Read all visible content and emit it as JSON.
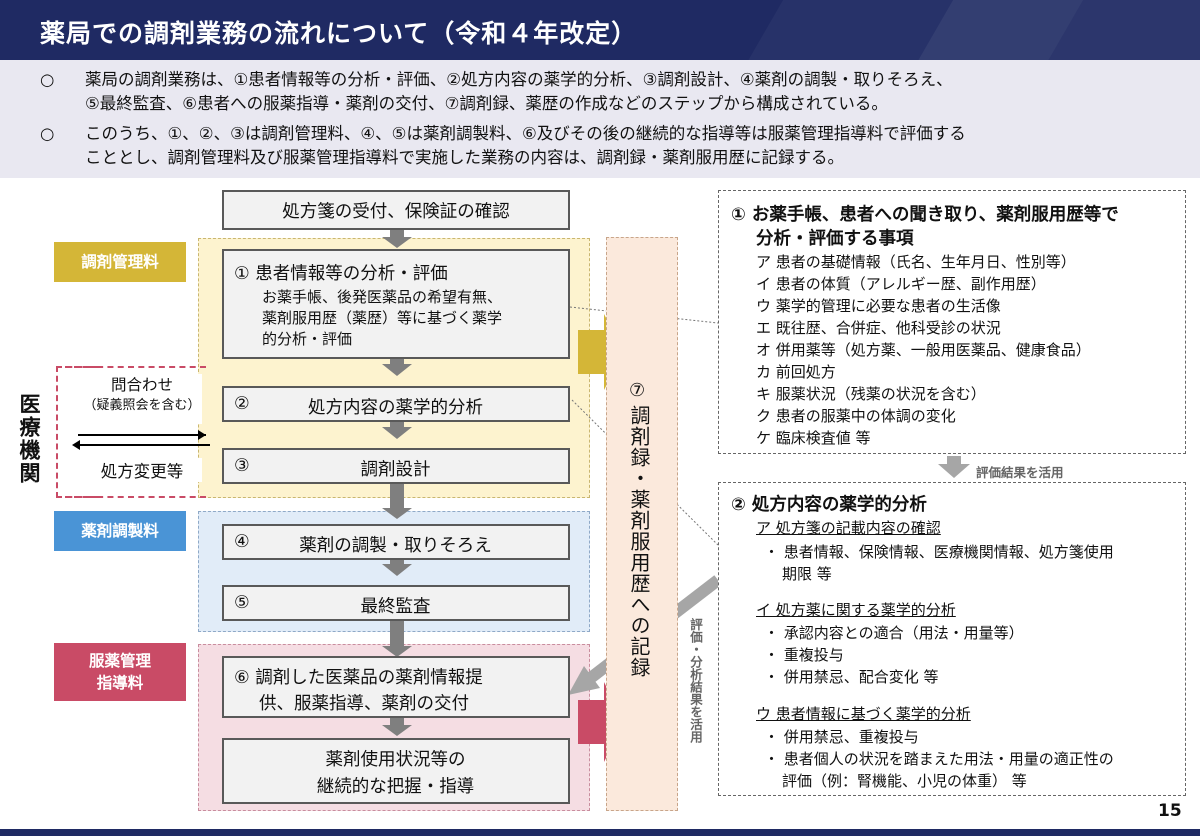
{
  "title": "薬局での調剤業務の流れについて（令和４年改定）",
  "intro": {
    "bullet_mark": "○",
    "b1_l1": "薬局の調剤業務は、①患者情報等の分析・評価、②処方内容の薬学的分析、③調剤設計、④薬剤の調製・取りそろえ、",
    "b1_l2": "⑤最終監査、⑥患者への服薬指導・薬剤の交付、⑦調剤録、薬歴の作成などのステップから構成されている。",
    "b2_l1": "このうち、①、②、③は調剤管理料、④、⑤は薬剤調製料、⑥及びその後の継続的な指導等は服薬管理指導料で評価する",
    "b2_l2": "こととし、調剤管理料及び服薬管理指導料で実施した業務の内容は、調剤録・薬剤服用歴に記録する。"
  },
  "categories": {
    "dispensing_mgmt": "調剤管理料",
    "drug_prep": "薬剤調製料",
    "med_mgmt_l1": "服薬管理",
    "med_mgmt_l2": "指導料"
  },
  "medical_institution": "医療機関",
  "inquiry": {
    "label": "問合わせ",
    "note": "（疑義照会を含む）",
    "change": "処方変更等"
  },
  "flow": {
    "reception": "処方箋の受付、保険証の確認",
    "step1_title": "① 患者情報等の分析・評価",
    "step1_d1": "お薬手帳、後発医薬品の希望有無、",
    "step1_d2": "薬剤服用歴（薬歴）等に基づく薬学",
    "step1_d3": "的分析・評価",
    "step2_num": "②",
    "step2": "処方内容の薬学的分析",
    "step3_num": "③",
    "step3": "調剤設計",
    "step4_num": "④",
    "step4": "薬剤の調製・取りそろえ",
    "step5_num": "⑤",
    "step5": "最終監査",
    "step6_l1": "⑥ 調剤した医薬品の薬剤情報提",
    "step6_l2": "供、服薬指導、薬剤の交付",
    "cont_l1": "薬剤使用状況等の",
    "cont_l2": "継続的な把握・指導"
  },
  "record": {
    "num": "⑦",
    "text": "調剤録・薬剤服用歴への記録"
  },
  "eval_side": "評価・分析結果を活用",
  "eval_down": "評価結果を活用",
  "panel1": {
    "title_l1": "① お薬手帳、患者への聞き取り、薬剤服用歴等で",
    "title_l2": "分析・評価する事項",
    "items": [
      "ア  患者の基礎情報（氏名、生年月日、性別等）",
      "イ  患者の体質（アレルギー歴、副作用歴）",
      "ウ  薬学的管理に必要な患者の生活像",
      "エ  既往歴、合併症、他科受診の状況",
      "オ  併用薬等（処方薬、一般用医薬品、健康食品）",
      "カ  前回処方",
      "キ  服薬状況（残薬の状況を含む）",
      "ク  患者の服薬中の体調の変化",
      "ケ  臨床検査値  等"
    ]
  },
  "panel2": {
    "title": "② 処方内容の薬学的分析",
    "secA": "ア  処方箋の記載内容の確認",
    "secA_b1_l1": "・ 患者情報、保険情報、医療機関情報、処方箋使用",
    "secA_b1_l2": "期限 等",
    "secB": "イ  処方薬に関する薬学的分析",
    "secB_items": [
      "・ 承認内容との適合（用法・用量等）",
      "・ 重複投与",
      "・ 併用禁忌、配合変化  等"
    ],
    "secC": "ウ  患者情報に基づく薬学的分析",
    "secC_b1": "・ 併用禁忌、重複投与",
    "secC_b2_l1": "・ 患者個人の状況を踏まえた用法・用量の適正性の",
    "secC_b2_l2": "評価（例：腎機能、小児の体重）     等"
  },
  "page_number": "15",
  "colors": {
    "navy": "#1f2a63",
    "gold": "#d4b637",
    "blue": "#4a94d6",
    "crimson": "#c94b66"
  }
}
